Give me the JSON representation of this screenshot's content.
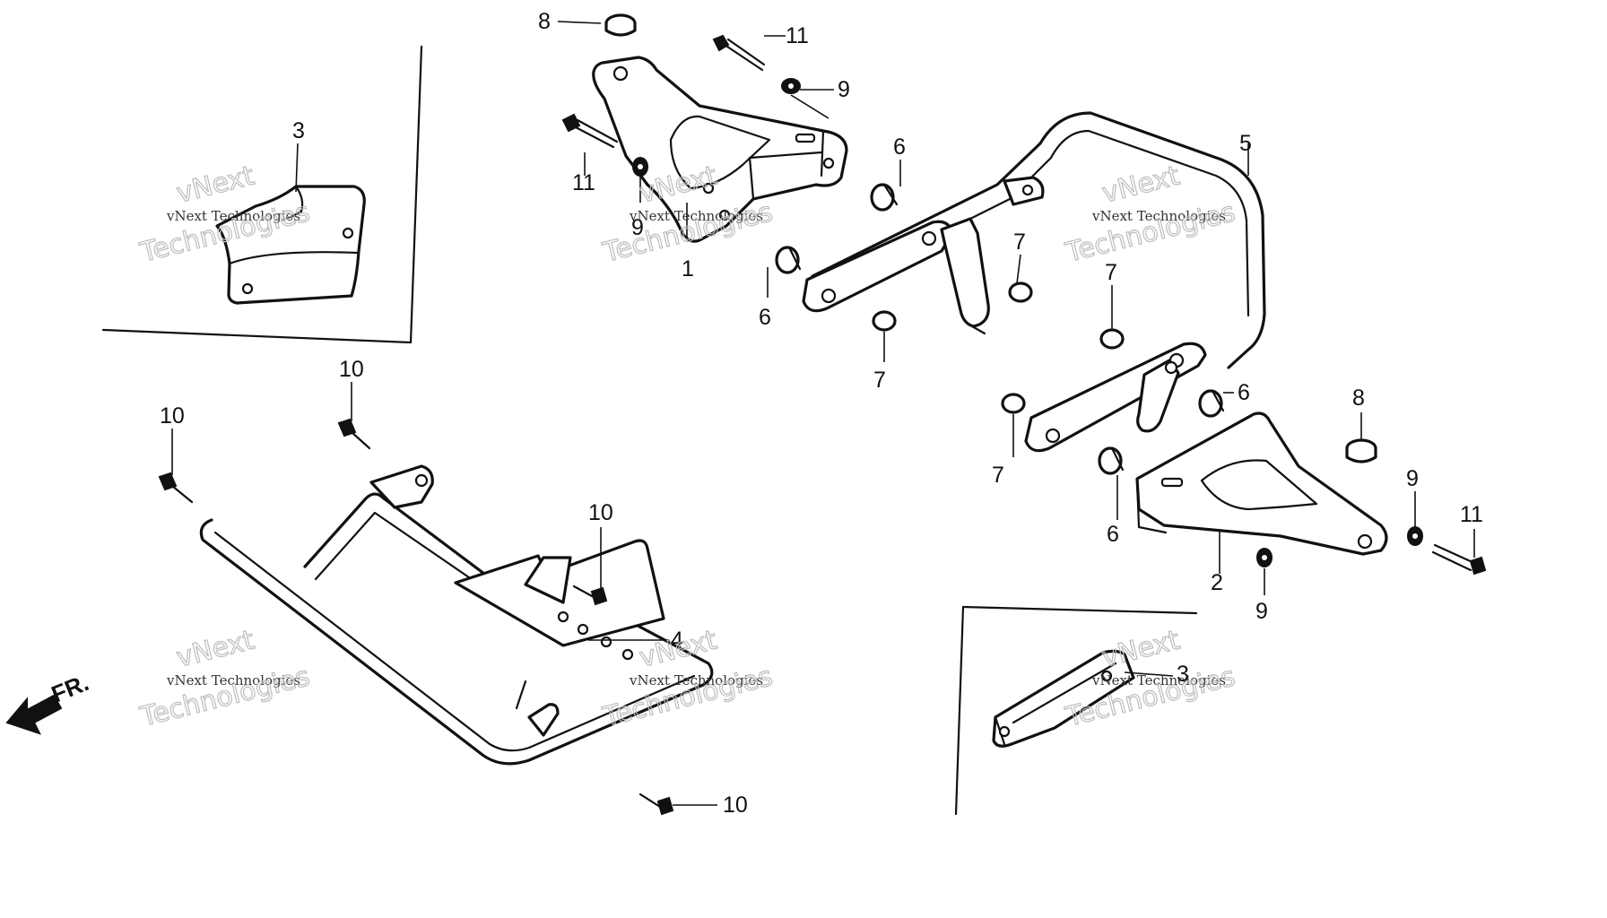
{
  "watermark": {
    "line1": "vNext",
    "line2": "vNext Technologies",
    "line3": "Technologies"
  },
  "front_marker": {
    "label": "FR."
  },
  "callouts": {
    "c8_top": "8",
    "c11_top": "11",
    "c9_top": "9",
    "c11_left": "11",
    "c9_left": "9",
    "c1": "1",
    "c3_top": "3",
    "c6_upper": "6",
    "c6_lower": "6",
    "c7_a": "7",
    "c7_b": "7",
    "c5": "5",
    "c7_c": "7",
    "c7_d": "7",
    "c6_right": "6",
    "c6_right_low": "6",
    "c8_right": "8",
    "c9_right": "9",
    "c11_right": "11",
    "c2": "2",
    "c9_bottom": "9",
    "c10_a": "10",
    "c10_b": "10",
    "c10_c": "10",
    "c4": "4",
    "c10_d": "10",
    "c3_bottom": "3"
  }
}
